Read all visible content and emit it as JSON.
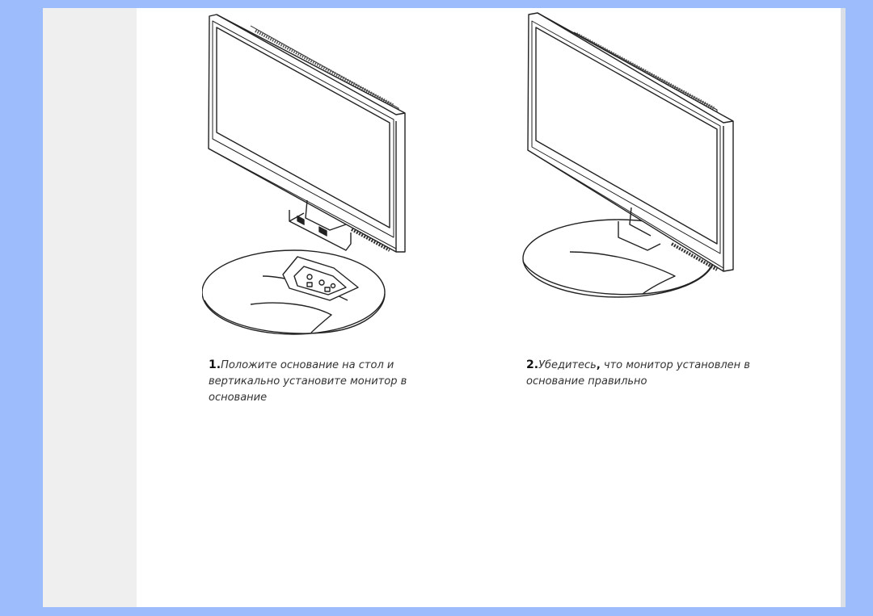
{
  "steps": [
    {
      "number": "1.",
      "text": "Положите основание на стол и вертикально установите монитор в основание",
      "figure": "monitor-above-base-illustration"
    },
    {
      "number": "2.",
      "text_part1": "Убедитесь",
      "comma": ",",
      "text_part2": " что монитор установлен в основание правильно",
      "figure": "monitor-on-base-illustration"
    }
  ],
  "colors": {
    "background": "#9dbcfb",
    "page": "#ffffff",
    "left_band": "#efefef",
    "line": "#222222"
  }
}
